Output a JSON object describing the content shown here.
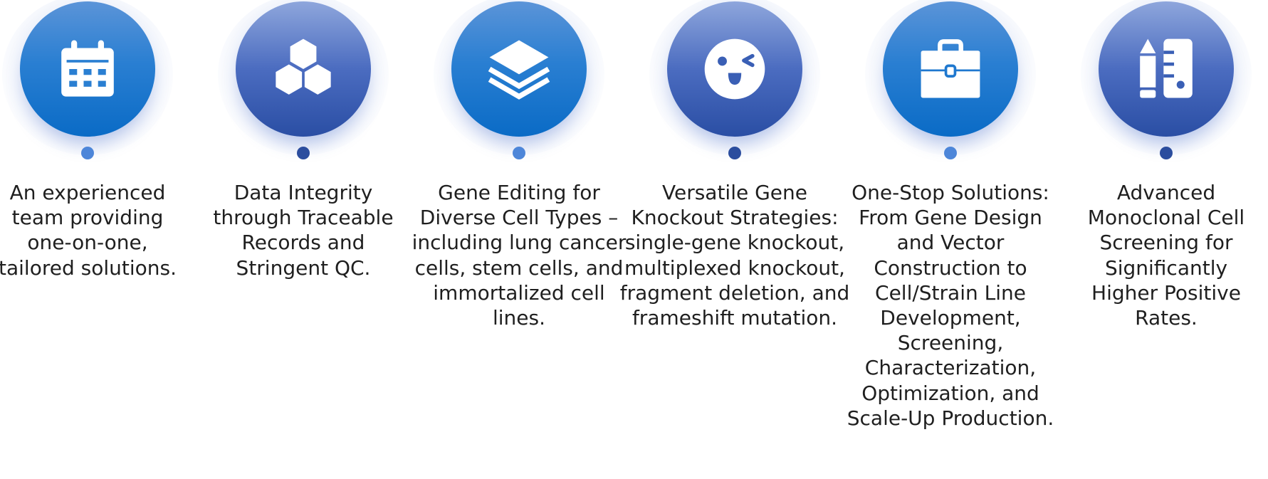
{
  "features": [
    {
      "icon": "calendar-icon",
      "text": "An experienced\nteam providing\none-on-one,\ntailored solutions."
    },
    {
      "icon": "hexagons-icon",
      "text": "Data Integrity\nthrough Traceable\nRecords and\nStringent QC."
    },
    {
      "icon": "layers-icon",
      "text": "Gene Editing for\nDiverse Cell Types –\nincluding lung cancer\ncells, stem cells, and\nimmortalized cell lines."
    },
    {
      "icon": "wink-face-icon",
      "text": "Versatile Gene\nKnockout Strategies:\nsingle-gene knockout,\nmultiplexed knockout,\nfragment deletion, and\nframeshift mutation."
    },
    {
      "icon": "toolbox-icon",
      "text": "One-Stop Solutions:\nFrom Gene Design\nand Vector\nConstruction to\nCell/Strain Line\nDevelopment,\nScreening,\nCharacterization,\nOptimization, and\nScale-Up Production."
    },
    {
      "icon": "pencil-ruler-icon",
      "text": "Advanced\nMonoclonal Cell\nScreening for\nSignificantly\nHigher Positive\nRates."
    }
  ],
  "colors": {
    "circle_blue_top": "#5b94d8",
    "circle_blue_bottom": "#0a6bc6",
    "circle_indigo_top": "#8ea6dc",
    "circle_indigo_bottom": "#2a4ea4",
    "dot_light": "#4d86d9",
    "dot_dark": "#2b4d9e",
    "text": "#1f1f1f"
  }
}
